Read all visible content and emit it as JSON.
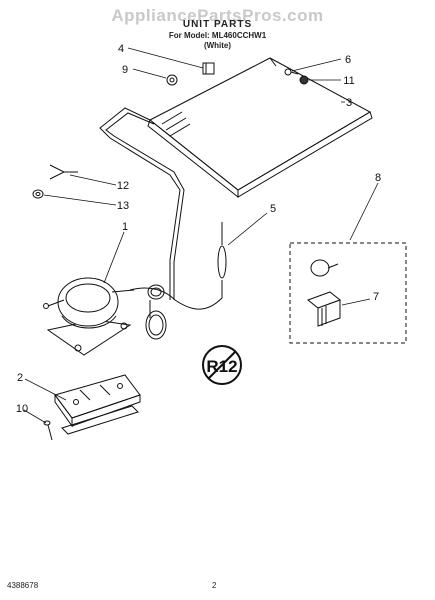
{
  "header": {
    "watermark": "AppliancePartsPros.com",
    "title": "UNIT PARTS",
    "model_line": "For Model: ML460CCHW1",
    "color_line": "(White)"
  },
  "callouts": [
    "1",
    "2",
    "3",
    "4",
    "5",
    "6",
    "7",
    "8",
    "9",
    "10",
    "11",
    "12",
    "13"
  ],
  "footer": {
    "doc_number": "4388678",
    "page_number": "2"
  },
  "icons": {
    "refrigerant_badge": "R12",
    "refrigerant_badge_icon": "no-r12-badge-icon"
  }
}
